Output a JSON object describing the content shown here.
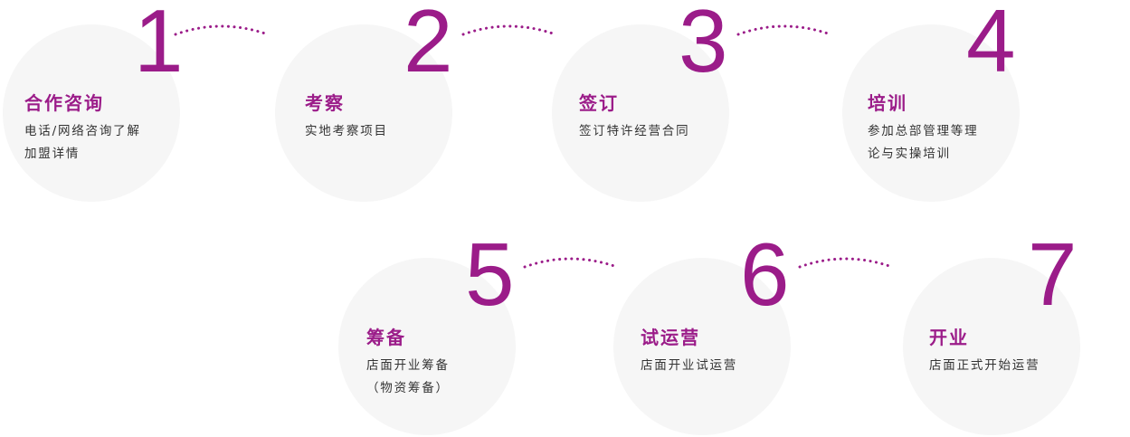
{
  "accent_color": "#9b1c89",
  "circle_color": "#f6f6f6",
  "steps": [
    {
      "number": "1",
      "title": "合作咨询",
      "lines": [
        "电话/网络咨询了解",
        "加盟详情"
      ]
    },
    {
      "number": "2",
      "title": "考察",
      "lines": [
        "实地考察项目"
      ]
    },
    {
      "number": "3",
      "title": "签订",
      "lines": [
        "签订特许经营合同"
      ]
    },
    {
      "number": "4",
      "title": "培训",
      "lines": [
        "参加总部管理等理",
        "论与实操培训"
      ]
    },
    {
      "number": "5",
      "title": "筹备",
      "lines": [
        "店面开业筹备",
        "（物资筹备）"
      ]
    },
    {
      "number": "6",
      "title": "试运营",
      "lines": [
        "店面开业试运营"
      ]
    },
    {
      "number": "7",
      "title": "开业",
      "lines": [
        "店面正式开始运营"
      ]
    }
  ]
}
